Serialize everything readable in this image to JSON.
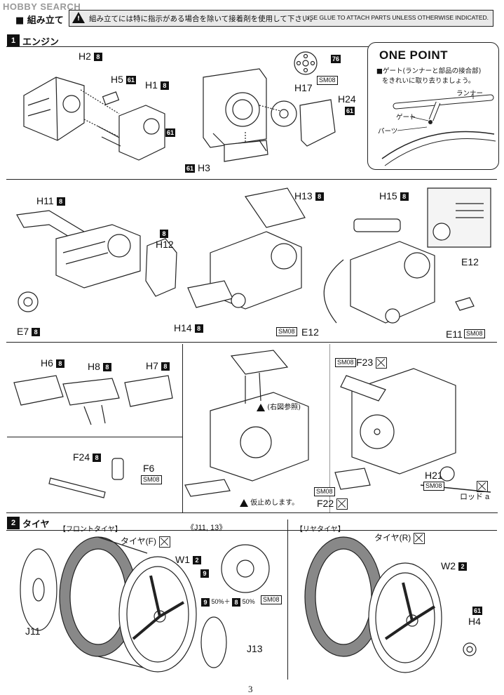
{
  "watermark": "HOBBY SEARCH",
  "top": {
    "heading": "■ 組み立て",
    "warning_text": "組み立てには特に指示がある場合を除いて接着剤を使用して下さい。",
    "english_text": "USE GLUE TO ATTACH PARTS UNLESS OTHERWISE INDICATED."
  },
  "section1": {
    "number": "1",
    "title": "エンジン"
  },
  "section2": {
    "number": "2",
    "title": "タイヤ"
  },
  "one_point": {
    "title": "ONE POINT",
    "line1": "■ゲート(ランナーと部品の接合部)",
    "line2": "をきれいに取り去りましょう。",
    "runner": "ランナー",
    "gate": "ゲート",
    "parts": "パーツ"
  },
  "labels": {
    "H2": "H2",
    "H5": "H5",
    "H1": "H1",
    "H3": "H3",
    "H17": "H17",
    "H24": "H24",
    "H11": "H11",
    "H12": "H12",
    "H13": "H13",
    "H14": "H14",
    "H15": "H15",
    "E7": "E7",
    "E12a": "E12",
    "E12b": "E12",
    "E11": "E11",
    "H6": "H6",
    "H8": "H8",
    "H7": "H7",
    "F24": "F24",
    "F6": "F6",
    "F23": "F23",
    "F22": "F22",
    "H21": "H21",
    "rod": "ロッド a",
    "ref_note": "(右図参照)",
    "temp_note": "仮止めします。",
    "front_tire_hdr": "【フロントタイヤ】",
    "rear_tire_hdr": "【リヤタイヤ】",
    "j_title": "《J11, 13》",
    "tire_f": "タイヤ(F)",
    "tire_r": "タイヤ(R)",
    "W1": "W1",
    "W2": "W2",
    "J11": "J11",
    "J13": "J13",
    "H4": "H4",
    "mix": "50%＋",
    "mix2": "50%"
  },
  "badges": {
    "b8": "8",
    "b61": "61",
    "b76": "76",
    "b9": "9"
  },
  "sm08": "SM08",
  "page_number": "3"
}
